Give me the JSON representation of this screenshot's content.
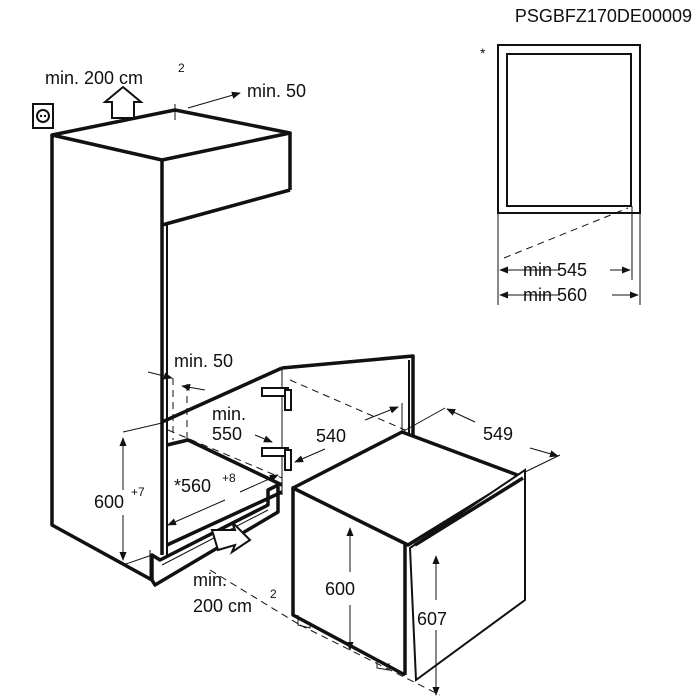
{
  "diagram": {
    "code": "PSGBFZ170DE00009",
    "labels": {
      "top_vent": "min. 200 cm",
      "top_vent_sup": "2",
      "top_gap": "min. 50",
      "side_gap": "min. 50",
      "depth_min": "min.",
      "depth_min_val": "550",
      "niche_width": "*560",
      "niche_width_sup": "+8",
      "niche_height": "600",
      "niche_height_sup": "+7",
      "bottom_vent_1": "min.",
      "bottom_vent_2": "200 cm",
      "bottom_vent_sup": "2",
      "appliance_depth": "540",
      "appliance_depth_door": "549",
      "appliance_height": "600",
      "appliance_height_door": "607",
      "inset_asterisk": "*",
      "inset_min_545": "min 545",
      "inset_min_560": "min 560"
    },
    "icons": [
      "power-socket-icon",
      "airflow-arrow-icon",
      "hinge-icon"
    ]
  }
}
